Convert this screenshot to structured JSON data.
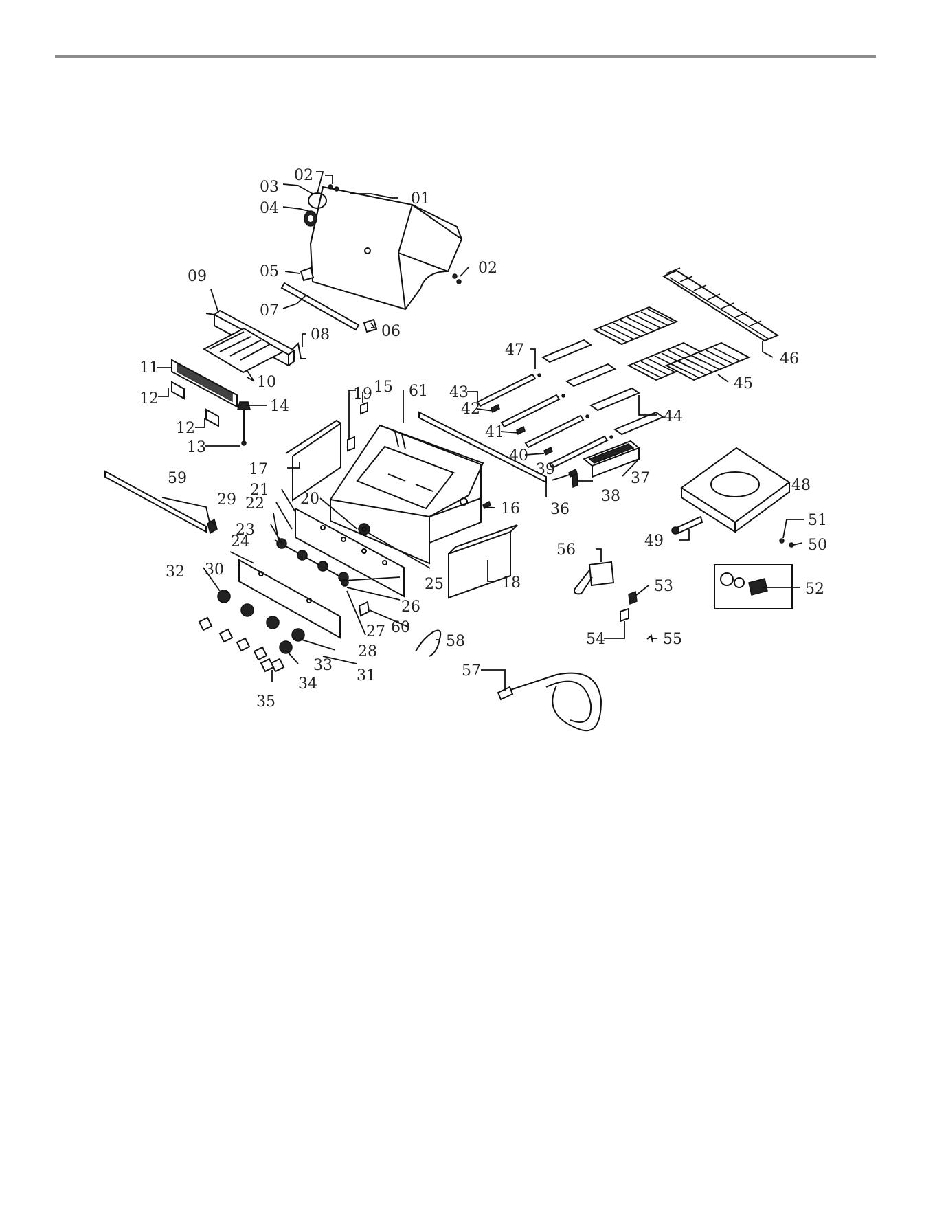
{
  "diagram": {
    "callouts": [
      {
        "id": "c01",
        "text": "01"
      },
      {
        "id": "c02a",
        "text": "02"
      },
      {
        "id": "c02b",
        "text": "02"
      },
      {
        "id": "c03",
        "text": "03"
      },
      {
        "id": "c04",
        "text": "04"
      },
      {
        "id": "c05",
        "text": "05"
      },
      {
        "id": "c06",
        "text": "06"
      },
      {
        "id": "c07",
        "text": "07"
      },
      {
        "id": "c08",
        "text": "08"
      },
      {
        "id": "c09",
        "text": "09"
      },
      {
        "id": "c10",
        "text": "10"
      },
      {
        "id": "c11",
        "text": "11"
      },
      {
        "id": "c12a",
        "text": "12"
      },
      {
        "id": "c12b",
        "text": "12"
      },
      {
        "id": "c13",
        "text": "13"
      },
      {
        "id": "c14",
        "text": "14"
      },
      {
        "id": "c15",
        "text": "15"
      },
      {
        "id": "c16",
        "text": "16"
      },
      {
        "id": "c17",
        "text": "17"
      },
      {
        "id": "c18",
        "text": "18"
      },
      {
        "id": "c19",
        "text": "19"
      },
      {
        "id": "c20",
        "text": "20"
      },
      {
        "id": "c21",
        "text": "21"
      },
      {
        "id": "c22",
        "text": "22"
      },
      {
        "id": "c23",
        "text": "23"
      },
      {
        "id": "c24",
        "text": "24"
      },
      {
        "id": "c25",
        "text": "25"
      },
      {
        "id": "c26",
        "text": "26"
      },
      {
        "id": "c27",
        "text": "27"
      },
      {
        "id": "c28",
        "text": "28"
      },
      {
        "id": "c29",
        "text": "29"
      },
      {
        "id": "c30",
        "text": "30"
      },
      {
        "id": "c31",
        "text": "31"
      },
      {
        "id": "c32",
        "text": "32"
      },
      {
        "id": "c33",
        "text": "33"
      },
      {
        "id": "c34",
        "text": "34"
      },
      {
        "id": "c35",
        "text": "35"
      },
      {
        "id": "c36",
        "text": "36"
      },
      {
        "id": "c37",
        "text": "37"
      },
      {
        "id": "c38",
        "text": "38"
      },
      {
        "id": "c39",
        "text": "39"
      },
      {
        "id": "c40",
        "text": "40"
      },
      {
        "id": "c41",
        "text": "41"
      },
      {
        "id": "c42",
        "text": "42"
      },
      {
        "id": "c43",
        "text": "43"
      },
      {
        "id": "c44",
        "text": "44"
      },
      {
        "id": "c45",
        "text": "45"
      },
      {
        "id": "c46",
        "text": "46"
      },
      {
        "id": "c47",
        "text": "47"
      },
      {
        "id": "c48",
        "text": "48"
      },
      {
        "id": "c49",
        "text": "49"
      },
      {
        "id": "c50",
        "text": "50"
      },
      {
        "id": "c51",
        "text": "51"
      },
      {
        "id": "c52",
        "text": "52"
      },
      {
        "id": "c53",
        "text": "53"
      },
      {
        "id": "c54",
        "text": "54"
      },
      {
        "id": "c55",
        "text": "55"
      },
      {
        "id": "c56",
        "text": "56"
      },
      {
        "id": "c57",
        "text": "57"
      },
      {
        "id": "c58",
        "text": "58"
      },
      {
        "id": "c59",
        "text": "59"
      },
      {
        "id": "c60",
        "text": "60"
      },
      {
        "id": "c61",
        "text": "61"
      }
    ]
  },
  "colors": {
    "rule": "#8c8c8c",
    "ink": "#111111",
    "background": "#ffffff"
  }
}
